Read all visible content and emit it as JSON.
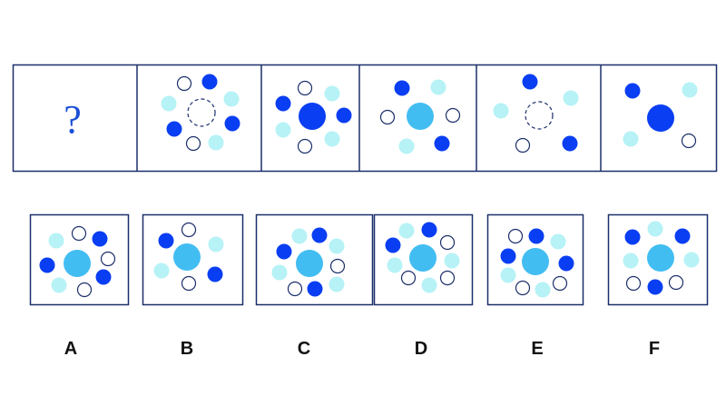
{
  "question_panel": {
    "symbol": "?"
  },
  "options": [
    {
      "label": "A"
    },
    {
      "label": "B"
    },
    {
      "label": "C"
    },
    {
      "label": "D"
    },
    {
      "label": "E"
    },
    {
      "label": "F"
    }
  ],
  "colors": {
    "dark": "#0a3ef2",
    "light": "#b6f2f6",
    "mid": "#42bdf2",
    "outline": "#1b2f6b"
  }
}
